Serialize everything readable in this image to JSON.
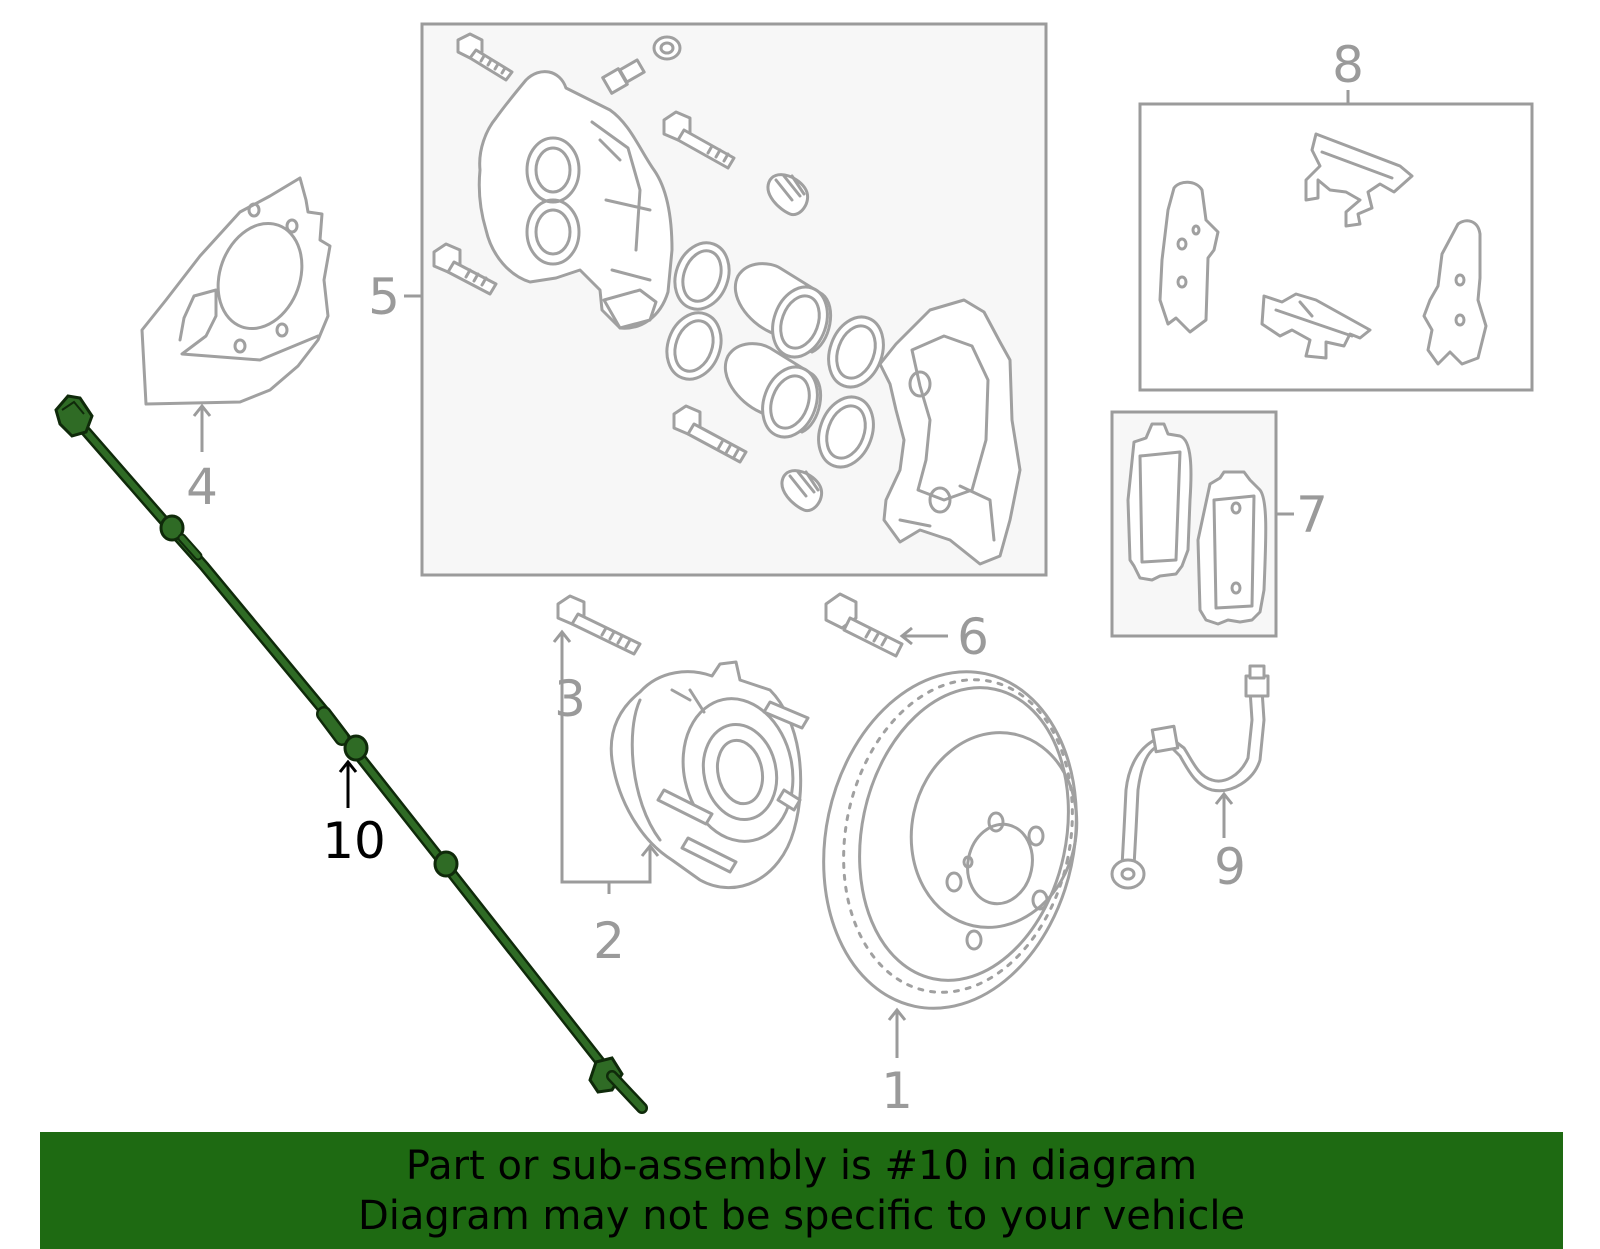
{
  "diagram": {
    "callouts": [
      {
        "number": "1"
      },
      {
        "number": "2"
      },
      {
        "number": "3"
      },
      {
        "number": "4"
      },
      {
        "number": "5"
      },
      {
        "number": "6"
      },
      {
        "number": "7"
      },
      {
        "number": "8"
      },
      {
        "number": "9"
      },
      {
        "number": "10"
      }
    ],
    "highlighted_part": "10"
  },
  "banner": {
    "line1": "Part or sub-assembly is #10 in diagram",
    "line2": "Diagram may not be specific to your vehicle",
    "color": "#1e6a12"
  },
  "colors": {
    "part_line": "#a0a0a0",
    "callout_text": "#9a9a9a",
    "highlight": "#2f6b25",
    "highlight_dark": "#0f2a0a"
  }
}
